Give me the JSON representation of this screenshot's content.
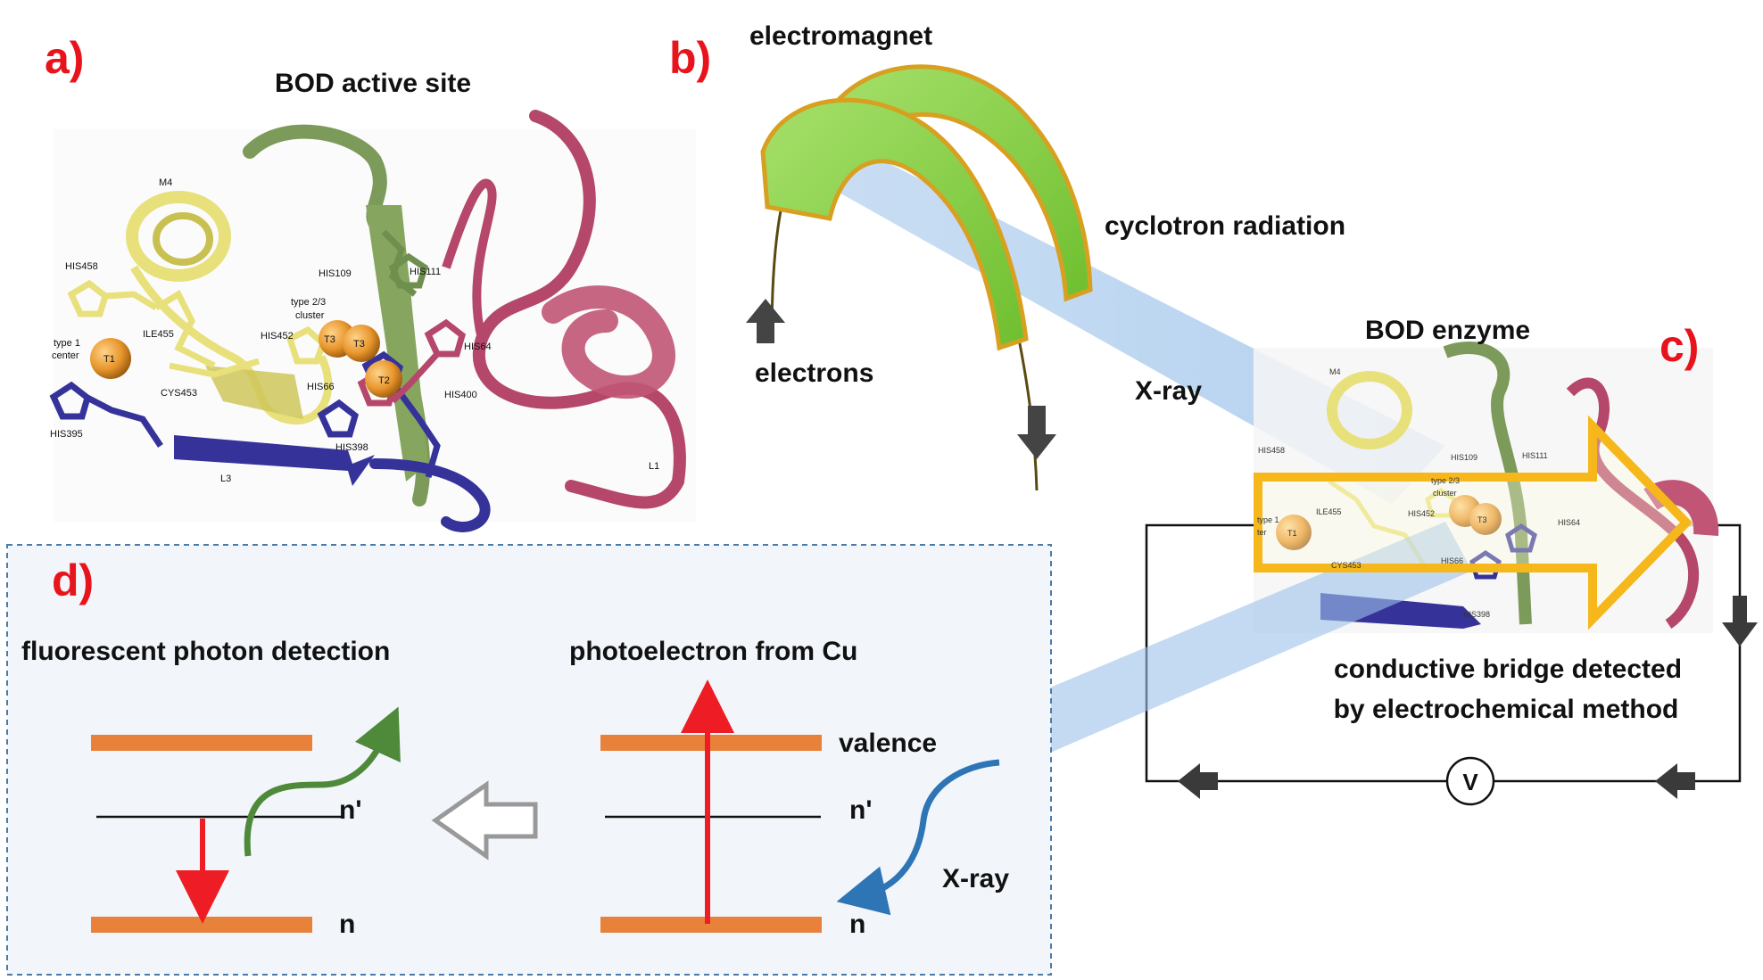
{
  "panels": {
    "a": {
      "letter": "a)",
      "title": "BOD active site",
      "residues": {
        "m4": "M4",
        "his458": "HIS458",
        "ile455": "ILE455",
        "type1_line1": "type 1",
        "type1_line2": "center",
        "t1": "T1",
        "cys453": "CYS453",
        "his395": "HIS395",
        "l3": "L3",
        "his109": "HIS109",
        "his111": "HIS111",
        "type23_line1": "type 2/3",
        "type23_line2": "cluster",
        "his452": "HIS452",
        "t3a": "T3",
        "t3b": "T3",
        "t2": "T2",
        "his66": "HIS66",
        "his64": "HIS64",
        "his400": "HIS400",
        "his398": "HIS398",
        "l1": "L1"
      },
      "colors": {
        "green": "#7c9a5a",
        "yellow": "#e8e07a",
        "red": "#b4476a",
        "blue": "#35339a",
        "copper": "#e8962c"
      }
    },
    "b": {
      "letter": "b)",
      "electromagnet": "electromagnet",
      "cyclotron": "cyclotron radiation",
      "electrons": "electrons",
      "xray": "X-ray",
      "colors": {
        "magnet": "#8fd14f",
        "magnet_edge": "#d8a020",
        "beam": "#a8c8ea"
      }
    },
    "c": {
      "letter": "c)",
      "enzyme": "BOD enzyme",
      "bridge_line1": "conductive bridge detected",
      "bridge_line2": "by electrochemical method",
      "meter": "V",
      "mini": {
        "his458": "HIS458",
        "his109": "HIS109",
        "his111": "HIS111",
        "type23": "type 2/3",
        "cluster": "cluster",
        "ile455": "ILE455",
        "his452": "HIS452",
        "t1": "T1",
        "t3": "T3",
        "his64": "HIS64",
        "cys453": "CYS453",
        "his66": "HIS66",
        "his398": "HIS398",
        "m4": "M4",
        "type1": "type 1",
        "ter": "ter"
      },
      "colors": {
        "arrow": "#f5b71a"
      }
    },
    "d": {
      "letter": "d)",
      "left_title": "fluorescent photon detection",
      "right_title": "photoelectron from Cu",
      "left_levels": {
        "n_prime": "n'",
        "n": "n"
      },
      "right_levels": {
        "valence": "valence",
        "n_prime": "n'",
        "n": "n"
      },
      "xray": "X-ray",
      "colors": {
        "level": "#e8823a",
        "box_bg": "#f2f6fb",
        "box_border": "#4a7aa8",
        "red": "#ee1c24",
        "green": "#4e8a3a",
        "blue": "#2e75b6"
      }
    }
  },
  "colors": {
    "letter": "#e8141c"
  }
}
